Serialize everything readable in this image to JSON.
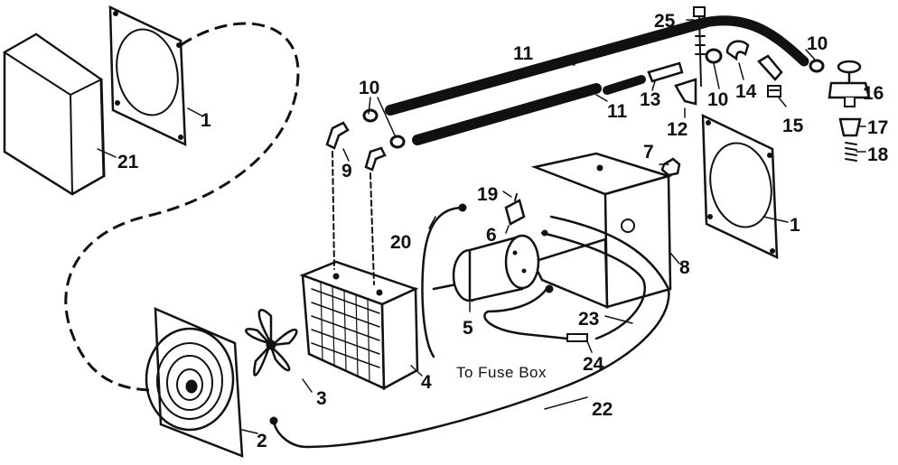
{
  "diagram": {
    "caption_fuse_box": "To Fuse Box",
    "callouts": [
      {
        "id": "c1a",
        "text": "1"
      },
      {
        "id": "c1b",
        "text": "1"
      },
      {
        "id": "c2",
        "text": "2"
      },
      {
        "id": "c3",
        "text": "3"
      },
      {
        "id": "c4",
        "text": "4"
      },
      {
        "id": "c5",
        "text": "5"
      },
      {
        "id": "c6",
        "text": "6"
      },
      {
        "id": "c7",
        "text": "7"
      },
      {
        "id": "c8",
        "text": "8"
      },
      {
        "id": "c9",
        "text": "9"
      },
      {
        "id": "c10a",
        "text": "10"
      },
      {
        "id": "c10b",
        "text": "10"
      },
      {
        "id": "c10c",
        "text": "10"
      },
      {
        "id": "c11a",
        "text": "11"
      },
      {
        "id": "c11b",
        "text": "11"
      },
      {
        "id": "c12",
        "text": "12"
      },
      {
        "id": "c13",
        "text": "13"
      },
      {
        "id": "c14",
        "text": "14"
      },
      {
        "id": "c15",
        "text": "15"
      },
      {
        "id": "c16",
        "text": "16"
      },
      {
        "id": "c17",
        "text": "17"
      },
      {
        "id": "c18",
        "text": "18"
      },
      {
        "id": "c19",
        "text": "19"
      },
      {
        "id": "c20",
        "text": "20"
      },
      {
        "id": "c21",
        "text": "21"
      },
      {
        "id": "c22",
        "text": "22"
      },
      {
        "id": "c23",
        "text": "23"
      },
      {
        "id": "c24",
        "text": "24"
      },
      {
        "id": "c25",
        "text": "25"
      }
    ]
  }
}
